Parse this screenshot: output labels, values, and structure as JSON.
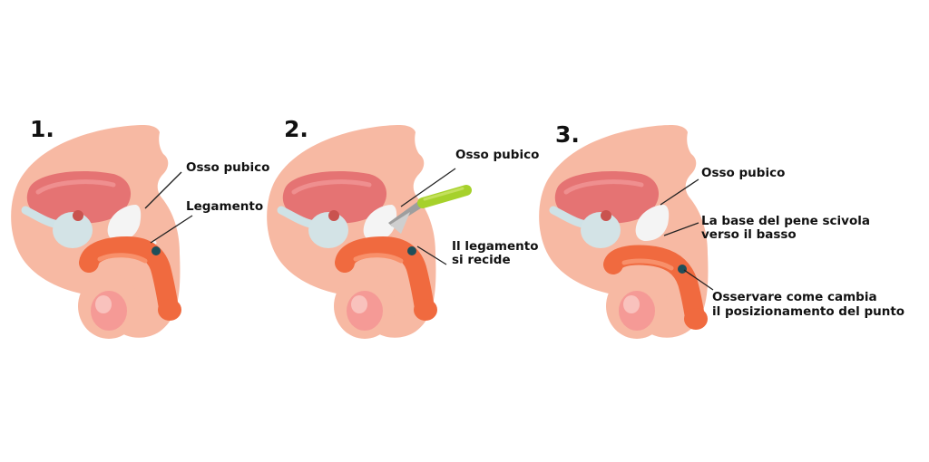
{
  "colors": {
    "skin": "#f7b9a3",
    "skin_light": "#fbd0c0",
    "bladder": "#e57373",
    "bone": "#f2f2f2",
    "prostate": "#d3e3e6",
    "penis": "#f06a3f",
    "testis": "#ef9a9a",
    "dot": "#1f4f5a",
    "scalpel_handle": "#a6d12b",
    "leader": "#222222"
  },
  "panels": [
    {
      "number": "1.",
      "labels": {
        "bone": "Osso pubico",
        "ligament": "Legamento"
      }
    },
    {
      "number": "2.",
      "labels": {
        "bone": "Osso pubico",
        "cut_1": "Il legamento",
        "cut_2": "si recide"
      }
    },
    {
      "number": "3.",
      "labels": {
        "bone": "Osso pubico",
        "slide_1": "La base del pene scivola",
        "slide_2": "verso il basso",
        "observe_1": "Osservare come cambia",
        "observe_2": "il posizionamento del punto"
      }
    }
  ]
}
